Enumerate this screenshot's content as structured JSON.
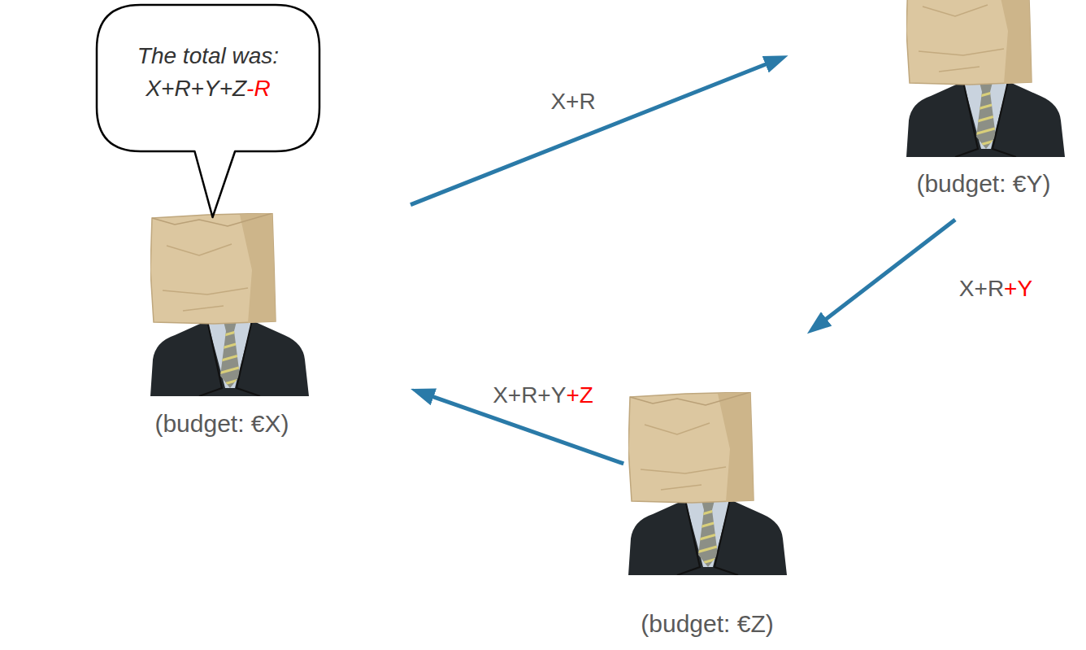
{
  "diagram": {
    "nodes": [
      {
        "text": [
          "The total was: X+R+Y+Z-R"
        ]
      },
      {
        "text": [
          "(budget: €X)"
        ]
      },
      {
        "text": [
          "(budget: €Y)"
        ]
      },
      {
        "text": [
          "(budget: €Z)"
        ]
      }
    ],
    "edges": [
      {
        "from": 1,
        "to": 2,
        "arrow": "to",
        "label": "X+R"
      },
      {
        "from": 2,
        "to": 3,
        "arrow": "to",
        "label": "X+R+Y"
      },
      {
        "from": 3,
        "to": 1,
        "arrow": "to",
        "label": "X+R+Y+Z"
      }
    ]
  }
}
